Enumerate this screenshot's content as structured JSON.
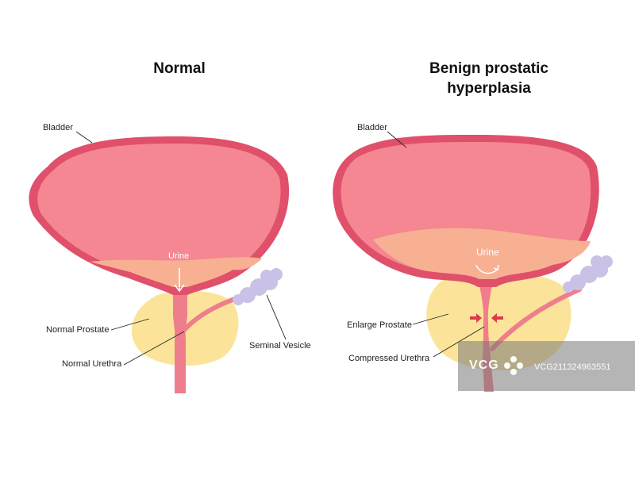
{
  "left_panel": {
    "title": "Normal",
    "labels": {
      "bladder": "Bladder",
      "urine": "Urine",
      "prostate": "Normal Prostate",
      "urethra": "Normal Urethra",
      "seminal_vesicle": "Seminal Vesicle"
    }
  },
  "right_panel": {
    "title_line1": "Benign prostatic",
    "title_line2": "hyperplasia",
    "labels": {
      "bladder": "Bladder",
      "urine": "Urine",
      "prostate": "Enlarge Prostate",
      "urethra": "Compressed Urethra"
    }
  },
  "watermark": {
    "logo": "VCG",
    "id": "VCG211324963551"
  },
  "colors": {
    "bladder_wall": "#e0506a",
    "bladder_interior": "#f48792",
    "urine": "#f8b093",
    "prostate": "#fbe49a",
    "urethra": "#ef7e8c",
    "seminal_vesicle": "#c9c2e6",
    "compression_arrow": "#e03a4a"
  }
}
